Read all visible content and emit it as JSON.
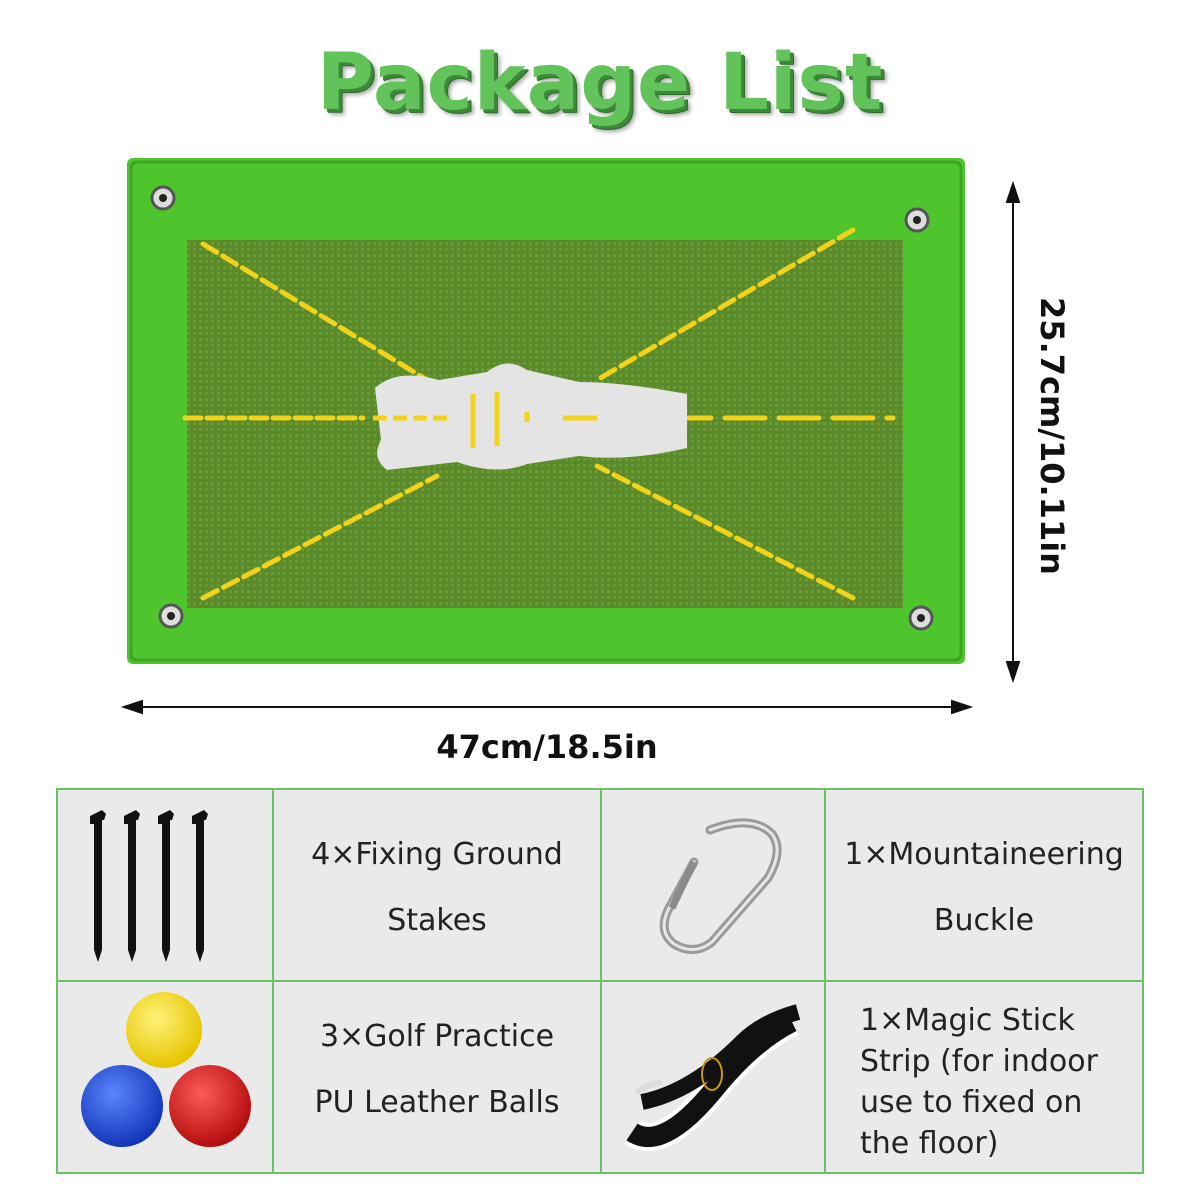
{
  "title": "Package List",
  "dimensions": {
    "width": "47cm/18.5in",
    "height": "25.7cm/10.11in"
  },
  "colors": {
    "title_green": "#62c35a",
    "mat_green": "#4fc52d",
    "mat_inner": "#58852a",
    "guide_yellow": "#f2d21a",
    "table_border": "#6cc26a"
  },
  "items": [
    {
      "icon": "ground-stakes-icon",
      "lines": [
        "4×Fixing Ground",
        "Stakes"
      ]
    },
    {
      "icon": "carabiner-icon",
      "lines": [
        "1×Mountaineering",
        "Buckle"
      ]
    },
    {
      "icon": "golf-balls-icon",
      "lines": [
        "3×Golf Practice",
        "PU Leather Balls"
      ]
    },
    {
      "icon": "velcro-strip-icon",
      "lines": [
        "1×Magic Stick",
        "Strip (for indoor",
        "use to fixed on",
        "the floor)"
      ]
    }
  ]
}
